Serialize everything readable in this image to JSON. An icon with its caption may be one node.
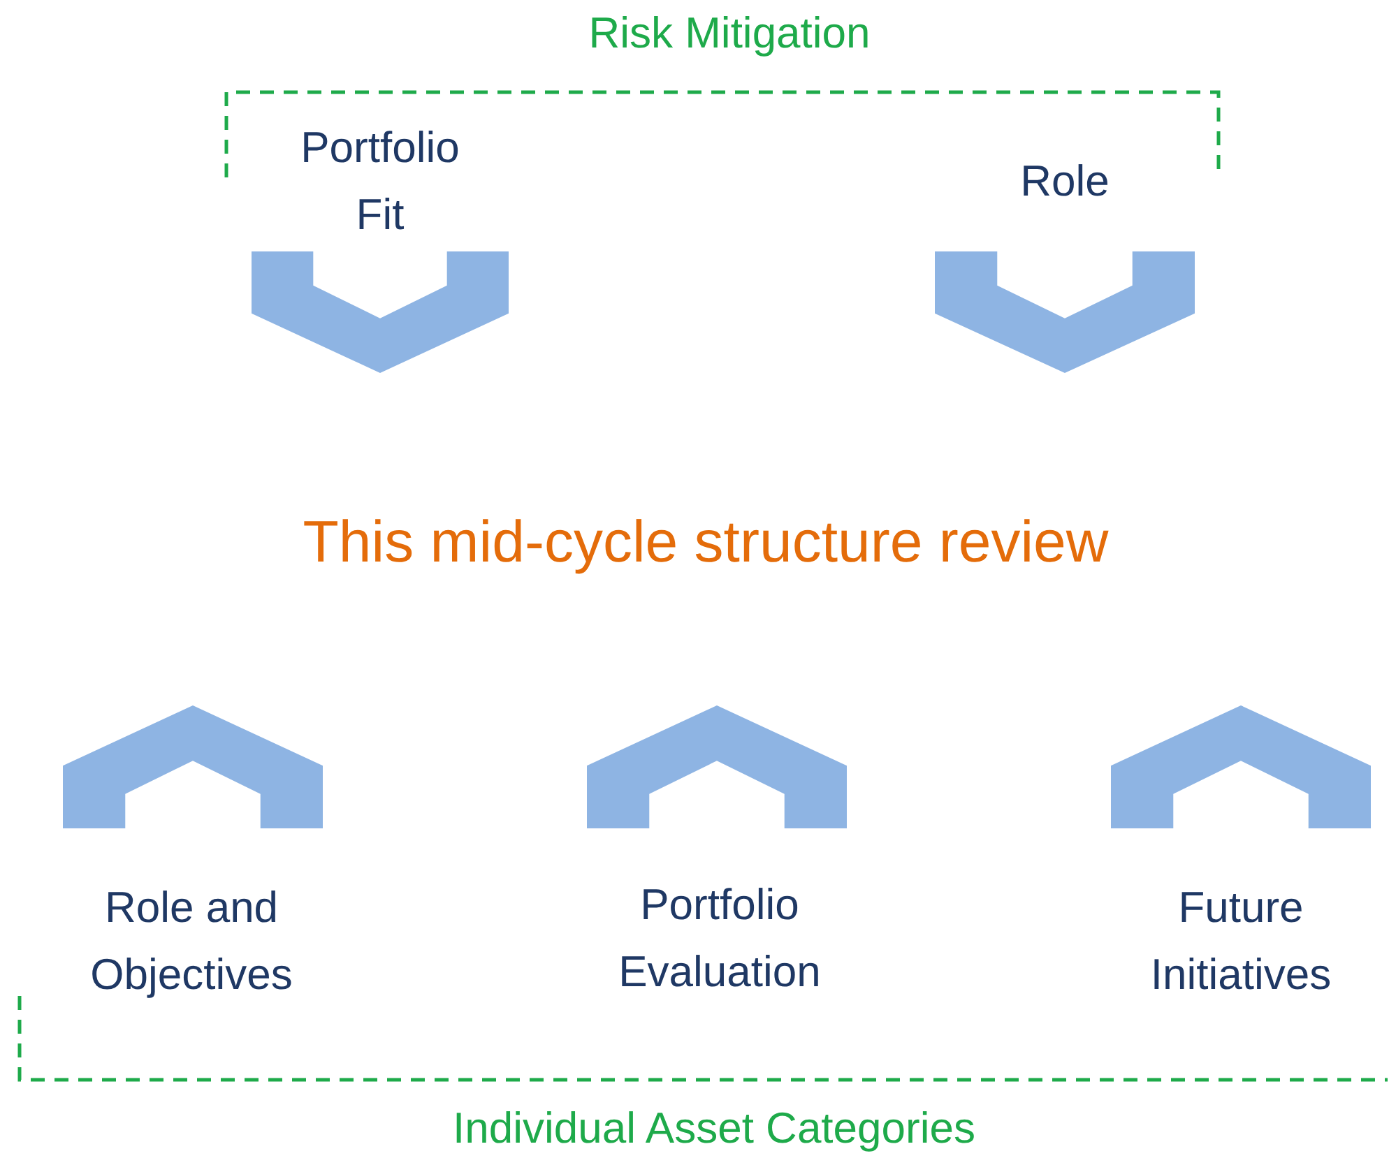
{
  "diagram": {
    "nodes": [
      {
        "text": [
          "Portfolio Fit"
        ]
      },
      {
        "text": [
          "Role"
        ]
      },
      {
        "text": [],
        "shape": "chevron"
      },
      {
        "text": [],
        "shape": "chevron"
      },
      {
        "text": [
          "This mid-cycle structure review"
        ]
      },
      {
        "text": [],
        "shape": "chevron"
      },
      {
        "text": [],
        "shape": "chevron"
      },
      {
        "text": [],
        "shape": "chevron"
      },
      {
        "text": [
          "Role and Objectives"
        ]
      },
      {
        "text": [
          "Portfolio Evaluation"
        ]
      },
      {
        "text": [
          "Future Initiatives"
        ]
      }
    ],
    "labels": [
      "Risk Mitigation",
      "Individual Asset Categories"
    ]
  }
}
